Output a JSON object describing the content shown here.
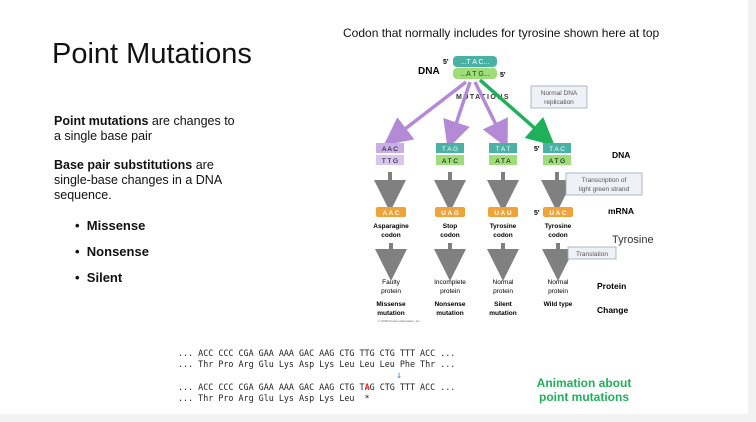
{
  "slide": {
    "title": "Point Mutations",
    "figure_caption": "Codon that normally includes for tyrosine shown here at top",
    "paragraphs": [
      {
        "bold": "Point mutations",
        "rest": " are changes to",
        "line2": "a single base pair"
      },
      {
        "bold": "Base pair substitutions",
        "rest": " are",
        "line2": "single-base changes in a DNA",
        "line3": "sequence."
      }
    ],
    "bullets": [
      "Missense",
      "Nonsense",
      "Silent"
    ],
    "bullet_glyph": "•"
  },
  "diagram": {
    "dna_label": "DNA",
    "top_strand_5": "5'",
    "top_strand_seq": "...T A C...",
    "bottom_strand_seq": "...A T G...",
    "bottom_strand_5": "5'",
    "mutations_label": "MUTATIONS",
    "normal_replication": [
      "Normal DNA",
      "replication"
    ],
    "columns": [
      {
        "top": "A A C",
        "bottom": "T T G",
        "mrna": "A A C",
        "aa": [
          "Asparagine",
          "codon"
        ],
        "protein": [
          "Faulty",
          "protein"
        ],
        "change": [
          "Missense",
          "mutation"
        ]
      },
      {
        "top": "T A G",
        "bottom": "A T C",
        "mrna": "U A G",
        "aa": [
          "Stop",
          "codon"
        ],
        "protein": [
          "Incomplete",
          "protein"
        ],
        "change": [
          "Nonsense",
          "mutation"
        ]
      },
      {
        "top": "T A T",
        "bottom": "A T A",
        "mrna": "U A U",
        "aa": [
          "Tyrosine",
          "codon"
        ],
        "protein": [
          "Normal",
          "protein"
        ],
        "change": [
          "Silent",
          "mutation"
        ]
      },
      {
        "top": "T A C",
        "bottom": "A T G",
        "mrna": "U A C",
        "aa": [
          "Tyrosine",
          "codon"
        ],
        "protein": [
          "Normal",
          "protein"
        ],
        "change": [
          "Wild type",
          ""
        ]
      }
    ],
    "strand_5": "5'",
    "row_labels": {
      "dna": "DNA",
      "mrna": "mRNA",
      "protein": "Protein",
      "change": "Change"
    },
    "transcription_box": [
      "Transcription of",
      "light green strand"
    ],
    "translation_box": "Translation",
    "tyrosine_label": "Tyrosine",
    "copyright": "© 2018 Pearson Education, Inc.",
    "colors": {
      "purple": "#b48ad6",
      "teal": "#49b2a4",
      "green": "#1fb15a",
      "orange": "#f0a33a",
      "gray": "#808080"
    }
  },
  "sequences": {
    "line1": "... ACC CCC CGA GAA AAA GAC AAG CTG TTG CTG TTT ACC ...",
    "line2": "... Thr Pro Arg Glu Lys Asp Lys Leu Leu Leu Phe Thr ...",
    "line3_pre": "... ACC CCC CGA GAA AAA GAC AAG CTG T",
    "line3_mut": "A",
    "line3_post": "G CTG TTT ACC ...",
    "line4": "... Thr Pro Arg Glu Lys Asp Lys Leu  *",
    "arrow_glyph": "↓"
  },
  "animation_link": "Animation about point mutations"
}
